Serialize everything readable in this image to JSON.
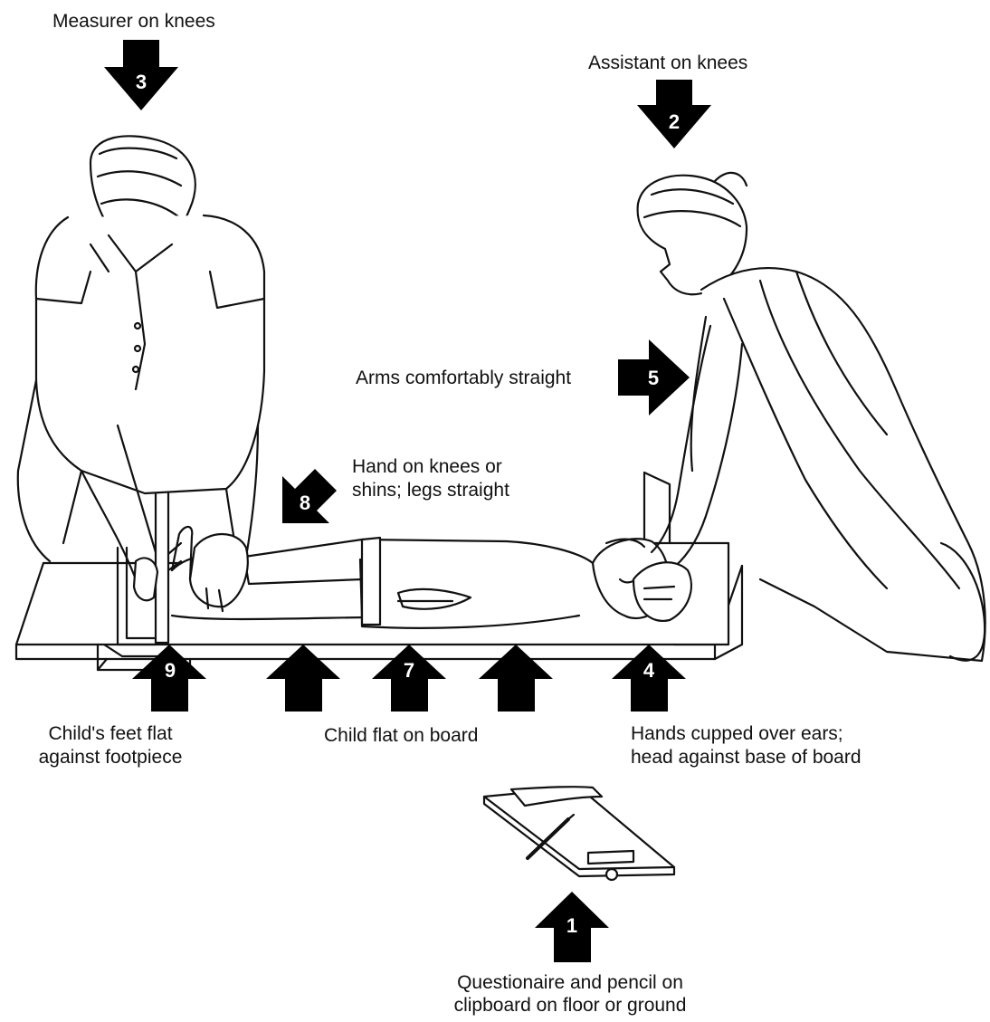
{
  "labels": {
    "measurer": "Measurer on knees",
    "assistant": "Assistant on knees",
    "arms": "Arms comfortably straight",
    "hand_line1": "Hand on knees or",
    "hand_line2": "shins; legs straight",
    "feet_line1": "Child's feet flat",
    "feet_line2": "against footpiece",
    "child_flat": "Child flat on board",
    "hands_line1": "Hands cupped over ears;",
    "hands_line2": "head against base of board",
    "quest_line1": "Questionaire and pencil on",
    "quest_line2": "clipboard on floor or ground"
  },
  "steps": {
    "s1": "1",
    "s2": "2",
    "s3": "3",
    "s4": "4",
    "s5": "5",
    "s7": "7",
    "s8": "8",
    "s9": "9"
  },
  "colors": {
    "ink": "#111111",
    "paper": "#ffffff"
  }
}
